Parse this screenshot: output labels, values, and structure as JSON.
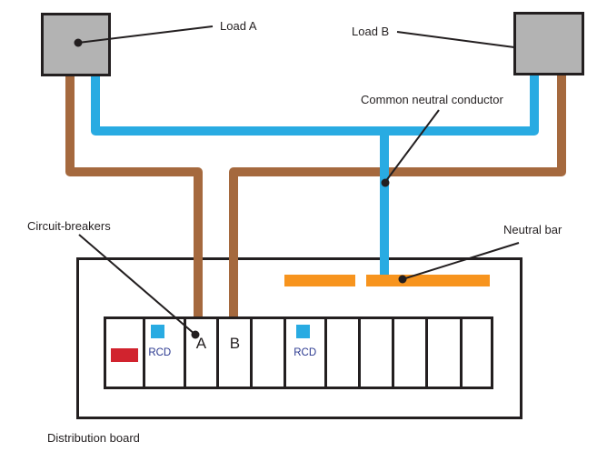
{
  "labels": {
    "load_a": "Load A",
    "load_b": "Load B",
    "common_neutral": "Common neutral conductor",
    "neutral_bar": "Neutral bar",
    "circuit_breakers": "Circuit-breakers",
    "distribution_board": "Distribution board"
  },
  "board": {
    "cells": [
      {
        "type": "main-switch",
        "label": ""
      },
      {
        "type": "rcd",
        "label": "RCD"
      },
      {
        "type": "breaker",
        "label": "A"
      },
      {
        "type": "breaker",
        "label": "B"
      },
      {
        "type": "empty",
        "label": ""
      },
      {
        "type": "rcd",
        "label": "RCD"
      },
      {
        "type": "empty",
        "label": ""
      },
      {
        "type": "empty",
        "label": ""
      },
      {
        "type": "empty",
        "label": ""
      },
      {
        "type": "empty",
        "label": ""
      },
      {
        "type": "empty",
        "label": ""
      }
    ]
  },
  "colors": {
    "line_conductor": "#a5693e",
    "neutral_conductor": "#29abe2",
    "neutral_bar": "#f7941e",
    "main_switch": "#d1232e",
    "rcd_indicator": "#29abe2",
    "rcd_label": "#2b3990",
    "load_box": "#b3b3b3",
    "outline": "#231f20"
  }
}
